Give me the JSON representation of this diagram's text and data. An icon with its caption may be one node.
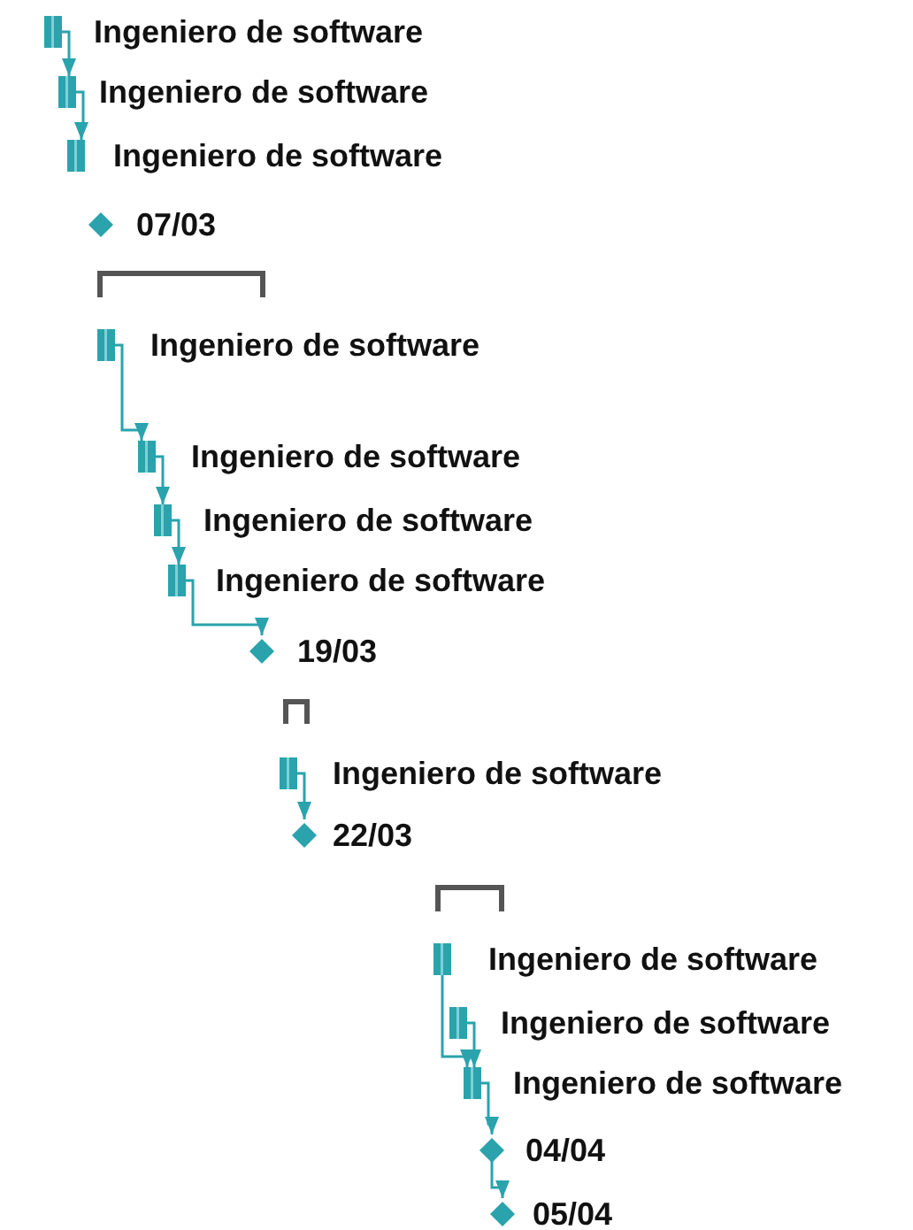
{
  "diagram": {
    "nodes": [
      {
        "text": [],
        "shape": "bar",
        "beside": [
          "Ingeniero de software"
        ]
      },
      {
        "text": [],
        "shape": "bar",
        "beside": [
          "Ingeniero de software"
        ]
      },
      {
        "text": [],
        "shape": "bar",
        "beside": [
          "Ingeniero de software"
        ]
      },
      {
        "text": [],
        "shape": "diamond",
        "beside": [
          "07/03"
        ]
      },
      {
        "text": [],
        "shape": "bracket"
      },
      {
        "text": [],
        "shape": "bar",
        "beside": [
          "Ingeniero de software"
        ]
      },
      {
        "text": [],
        "shape": "bar",
        "beside": [
          "Ingeniero de software"
        ]
      },
      {
        "text": [],
        "shape": "bar",
        "beside": [
          "Ingeniero de software"
        ]
      },
      {
        "text": [],
        "shape": "bar",
        "beside": [
          "Ingeniero de software"
        ]
      },
      {
        "text": [],
        "shape": "diamond",
        "beside": [
          "19/03"
        ]
      },
      {
        "text": [],
        "shape": "bracket"
      },
      {
        "text": [],
        "shape": "bar",
        "beside": [
          "Ingeniero de software"
        ]
      },
      {
        "text": [],
        "shape": "diamond",
        "beside": [
          "22/03"
        ]
      },
      {
        "text": [],
        "shape": "bracket"
      },
      {
        "text": [],
        "shape": "bar",
        "beside": [
          "Ingeniero de software"
        ]
      },
      {
        "text": [],
        "shape": "bar",
        "beside": [
          "Ingeniero de software"
        ]
      },
      {
        "text": [],
        "shape": "bar",
        "beside": [
          "Ingeniero de software"
        ]
      },
      {
        "text": [],
        "shape": "diamond",
        "beside": [
          "04/04"
        ]
      },
      {
        "text": [],
        "shape": "diamond",
        "beside": [
          "05/04"
        ]
      }
    ],
    "edges": [
      {
        "from": 0,
        "to": 1,
        "arrow": "to"
      },
      {
        "from": 1,
        "to": 2,
        "arrow": "to"
      },
      {
        "from": 5,
        "to": 6,
        "arrow": "to"
      },
      {
        "from": 6,
        "to": 7,
        "arrow": "to"
      },
      {
        "from": 7,
        "to": 8,
        "arrow": "to"
      },
      {
        "from": 8,
        "to": 9,
        "arrow": "to"
      },
      {
        "from": 11,
        "to": 12,
        "arrow": "to"
      },
      {
        "from": 14,
        "to": 16,
        "arrow": "to"
      },
      {
        "from": 15,
        "to": 16,
        "arrow": "to"
      },
      {
        "from": 16,
        "to": 17,
        "arrow": "to"
      },
      {
        "from": 17,
        "to": 18,
        "arrow": "to"
      }
    ]
  }
}
